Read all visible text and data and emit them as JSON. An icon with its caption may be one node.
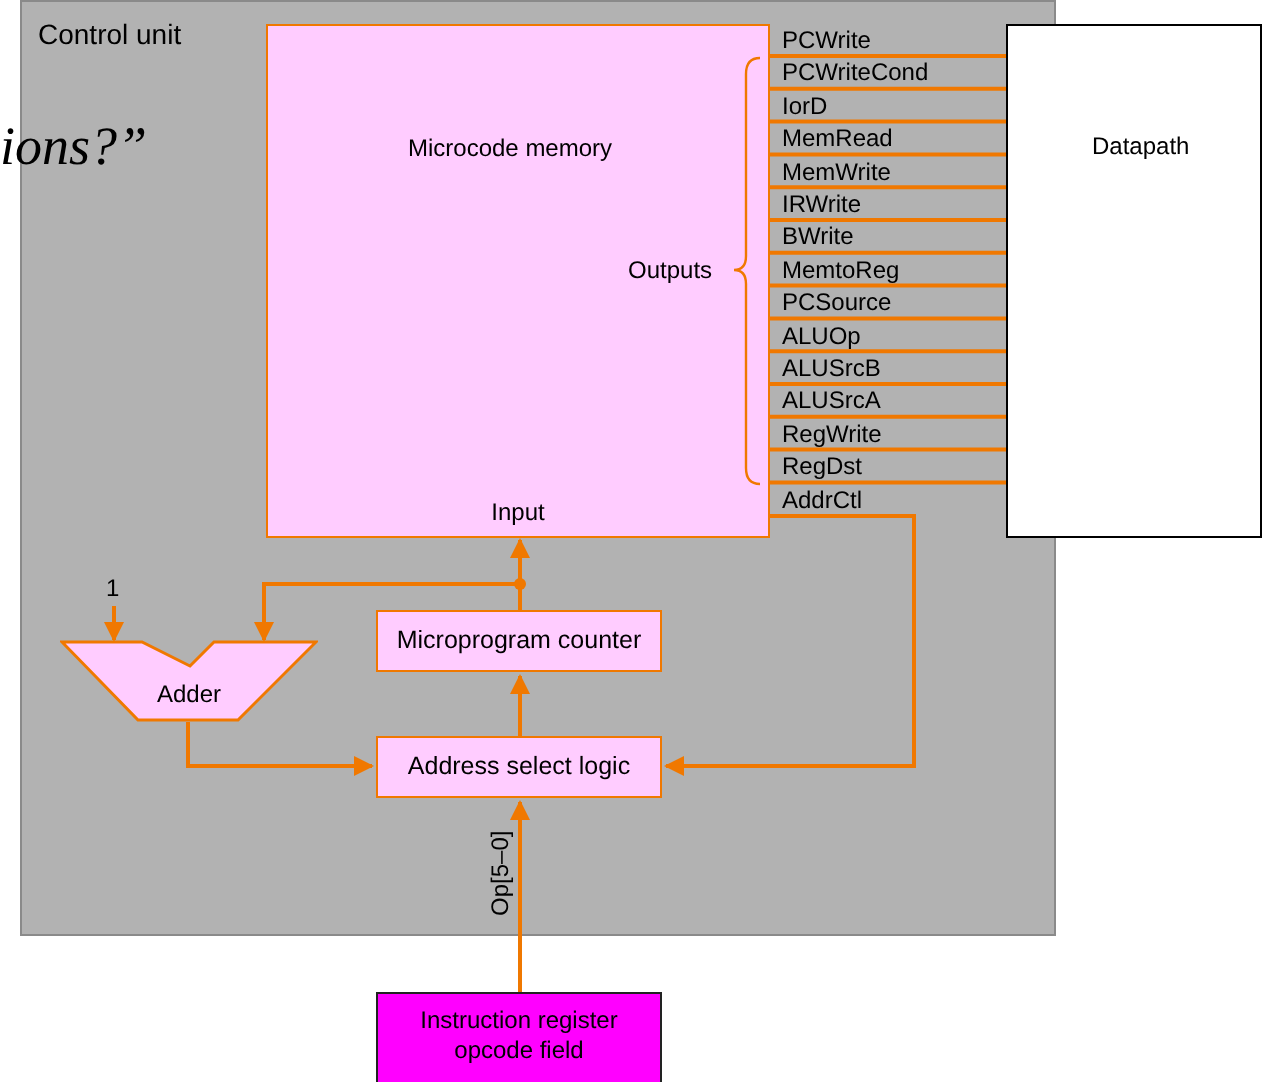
{
  "diagram": {
    "nodes": [
      {
        "text": [
          "Control unit"
        ]
      },
      {
        "text": [
          "Microcode memory",
          "Outputs",
          "Input"
        ],
        "in": 0
      },
      {
        "text": [
          "Datapath"
        ]
      },
      {
        "text": [
          "1"
        ],
        "in": 0
      },
      {
        "text": [
          "Adder"
        ],
        "in": 0
      },
      {
        "text": [
          "Microprogram counter"
        ],
        "in": 0
      },
      {
        "text": [
          "Address select logic"
        ],
        "in": 0
      },
      {
        "text": [
          "Instruction register opcode field"
        ]
      }
    ],
    "edges": [
      {
        "from": 1,
        "to": 2,
        "arrow": "none",
        "label": "PCWrite"
      },
      {
        "from": 1,
        "to": 2,
        "arrow": "none",
        "label": "PCWriteCond"
      },
      {
        "from": 1,
        "to": 2,
        "arrow": "none",
        "label": "IorD"
      },
      {
        "from": 1,
        "to": 2,
        "arrow": "none",
        "label": "MemRead"
      },
      {
        "from": 1,
        "to": 2,
        "arrow": "none",
        "label": "MemWrite"
      },
      {
        "from": 1,
        "to": 2,
        "arrow": "none",
        "label": "IRWrite"
      },
      {
        "from": 1,
        "to": 2,
        "arrow": "none",
        "label": "BWrite"
      },
      {
        "from": 1,
        "to": 2,
        "arrow": "none",
        "label": "MemtoReg"
      },
      {
        "from": 1,
        "to": 2,
        "arrow": "none",
        "label": "PCSource"
      },
      {
        "from": 1,
        "to": 2,
        "arrow": "none",
        "label": "ALUOp"
      },
      {
        "from": 1,
        "to": 2,
        "arrow": "none",
        "label": "ALUSrcB"
      },
      {
        "from": 1,
        "to": 2,
        "arrow": "none",
        "label": "ALUSrcA"
      },
      {
        "from": 1,
        "to": 2,
        "arrow": "none",
        "label": "RegWrite"
      },
      {
        "from": 1,
        "to": 2,
        "arrow": "none",
        "label": "RegDst"
      },
      {
        "from": 1,
        "to": 6,
        "arrow": "to",
        "label": "AddrCtl"
      },
      {
        "from": 3,
        "to": 4,
        "arrow": "to"
      },
      {
        "from": 5,
        "to": 1,
        "arrow": "to"
      },
      {
        "from": 5,
        "to": 4,
        "arrow": "to"
      },
      {
        "from": 4,
        "to": 6,
        "arrow": "to"
      },
      {
        "from": 6,
        "to": 5,
        "arrow": "to"
      },
      {
        "from": 7,
        "to": 6,
        "arrow": "to",
        "label": "Op[5–0]"
      }
    ],
    "labels": [
      "ions?”"
    ]
  }
}
